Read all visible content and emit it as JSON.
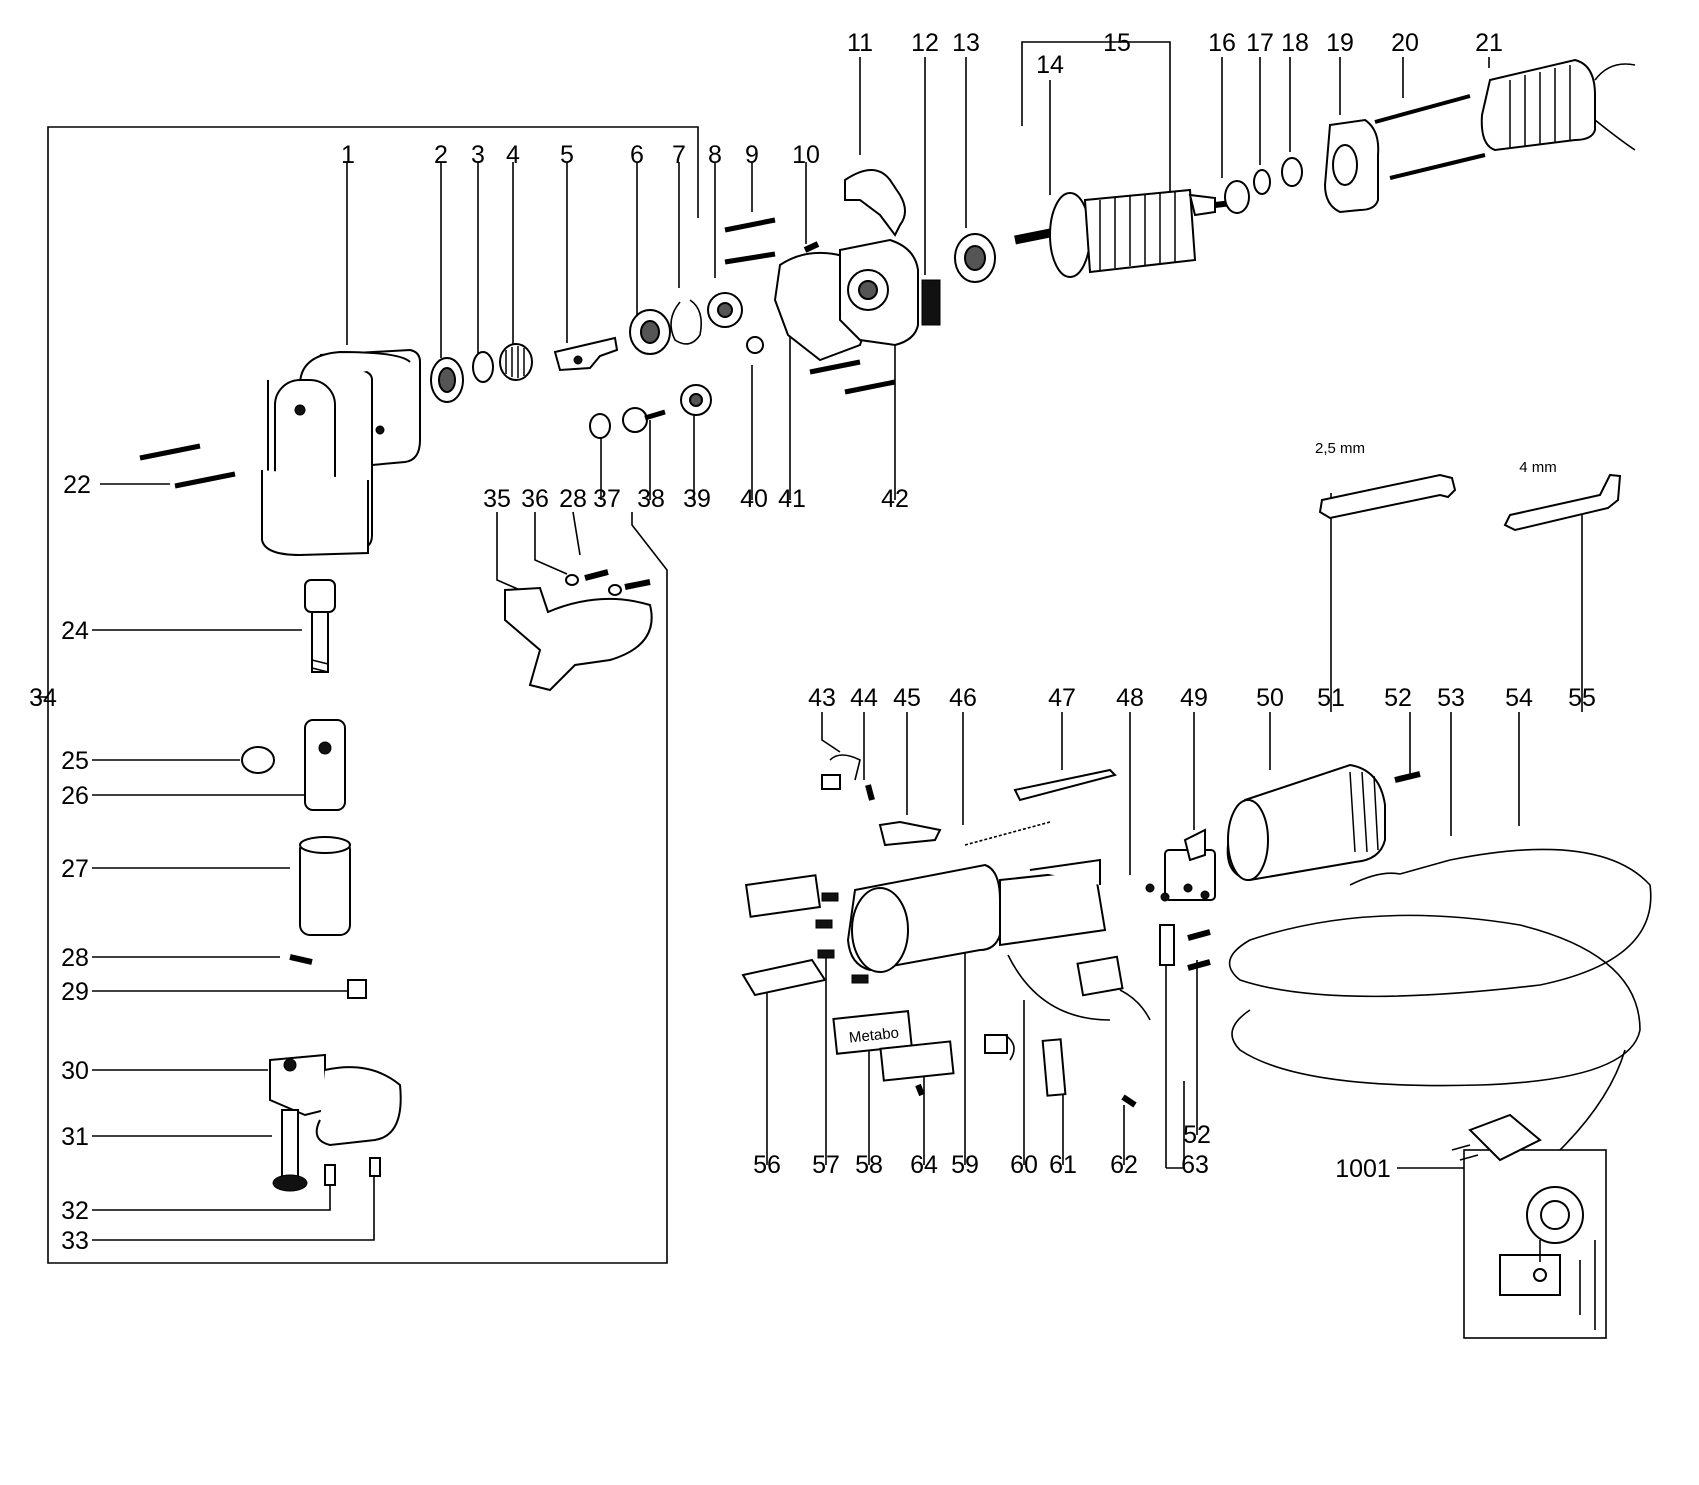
{
  "part_labels": [
    "1",
    "2",
    "3",
    "4",
    "5",
    "6",
    "7",
    "8",
    "9",
    "10",
    "11",
    "12",
    "13",
    "14",
    "15",
    "16",
    "17",
    "18",
    "19",
    "20",
    "21",
    "22",
    "24",
    "25",
    "26",
    "27",
    "28",
    "29",
    "30",
    "31",
    "32",
    "33",
    "34",
    "35",
    "36",
    "28",
    "37",
    "38",
    "39",
    "40",
    "41",
    "42",
    "43",
    "44",
    "45",
    "46",
    "47",
    "48",
    "49",
    "50",
    "51",
    "52",
    "53",
    "54",
    "55",
    "56",
    "57",
    "58",
    "64",
    "59",
    "60",
    "61",
    "62",
    "52",
    "63",
    "1001"
  ],
  "dimension_labels": {
    "hex_key_small": "2,5 mm",
    "hex_key_large": "4 mm"
  },
  "nameplate": {
    "brand": "Metabo"
  }
}
